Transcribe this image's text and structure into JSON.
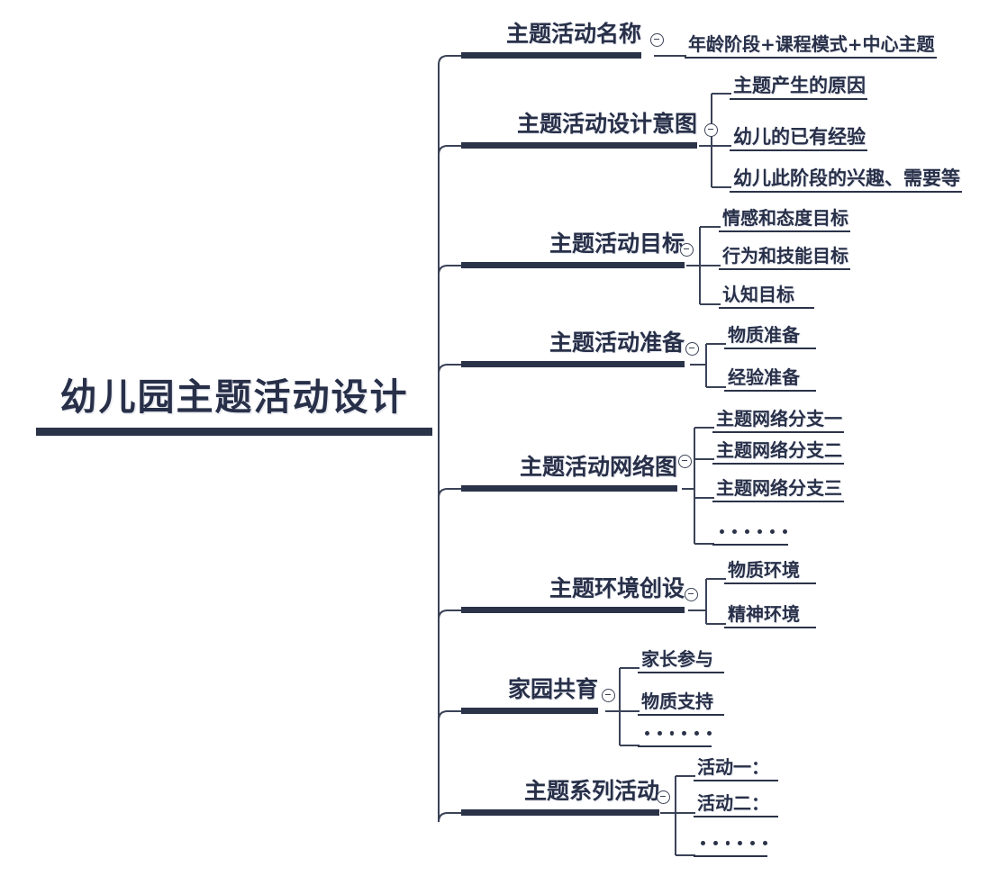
{
  "diagram": {
    "type": "mind-map",
    "title": "幼儿园主题活动设计",
    "accent_color": "#2b3349",
    "background_color": "#ffffff",
    "toggle_icon": "collapse-circle-icon",
    "ellipsis_text": "……",
    "root": {
      "label": "幼儿园主题活动设计"
    },
    "branches": [
      {
        "label": "主题活动名称",
        "children": [
          {
            "label": "年龄阶段+课程模式+中心主题"
          }
        ]
      },
      {
        "label": "主题活动设计意图",
        "children": [
          {
            "label": "主题产生的原因"
          },
          {
            "label": "幼儿的已有经验"
          },
          {
            "label": "幼儿此阶段的兴趣、需要等"
          }
        ]
      },
      {
        "label": "主题活动目标",
        "children": [
          {
            "label": "情感和态度目标"
          },
          {
            "label": "行为和技能目标"
          },
          {
            "label": "认知目标"
          }
        ]
      },
      {
        "label": "主题活动准备",
        "children": [
          {
            "label": "物质准备"
          },
          {
            "label": "经验准备"
          }
        ]
      },
      {
        "label": "主题活动网络图",
        "children": [
          {
            "label": "主题网络分支一"
          },
          {
            "label": "主题网络分支二"
          },
          {
            "label": "主题网络分支三"
          },
          {
            "label": "……"
          }
        ]
      },
      {
        "label": "主题环境创设",
        "children": [
          {
            "label": "物质环境"
          },
          {
            "label": "精神环境"
          }
        ]
      },
      {
        "label": "家园共育",
        "children": [
          {
            "label": "家长参与"
          },
          {
            "label": "物质支持"
          },
          {
            "label": "……"
          }
        ]
      },
      {
        "label": "主题系列活动",
        "children": [
          {
            "label": "活动一："
          },
          {
            "label": "活动二："
          },
          {
            "label": "……"
          }
        ]
      }
    ]
  }
}
